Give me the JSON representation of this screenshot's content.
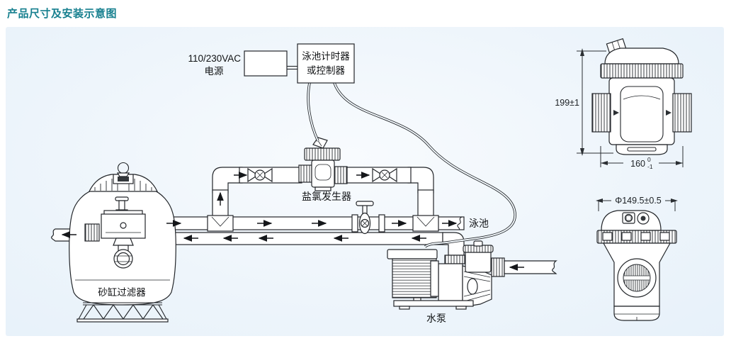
{
  "title": "产品尺寸及安装示意图",
  "diagram": {
    "power_supply": {
      "line1": "110/230VAC",
      "line2": "电源"
    },
    "controller": {
      "line1": "泳池计时器",
      "line2": "或控制器"
    },
    "chlorinator_label": "盐氯发生器",
    "sand_filter_label": "砂缸过滤器",
    "pump_label": "水泵",
    "pool_label": "泳池"
  },
  "dimension_views": {
    "front": {
      "height": "199±1",
      "width": "160",
      "width_tol_top": "0",
      "width_tol_bottom": "-1"
    },
    "side": {
      "diameter": "Φ149.5±0.5"
    }
  },
  "colors": {
    "title": "#17808F",
    "panel_bg": "#EAF3FB",
    "line": "#23262A"
  }
}
